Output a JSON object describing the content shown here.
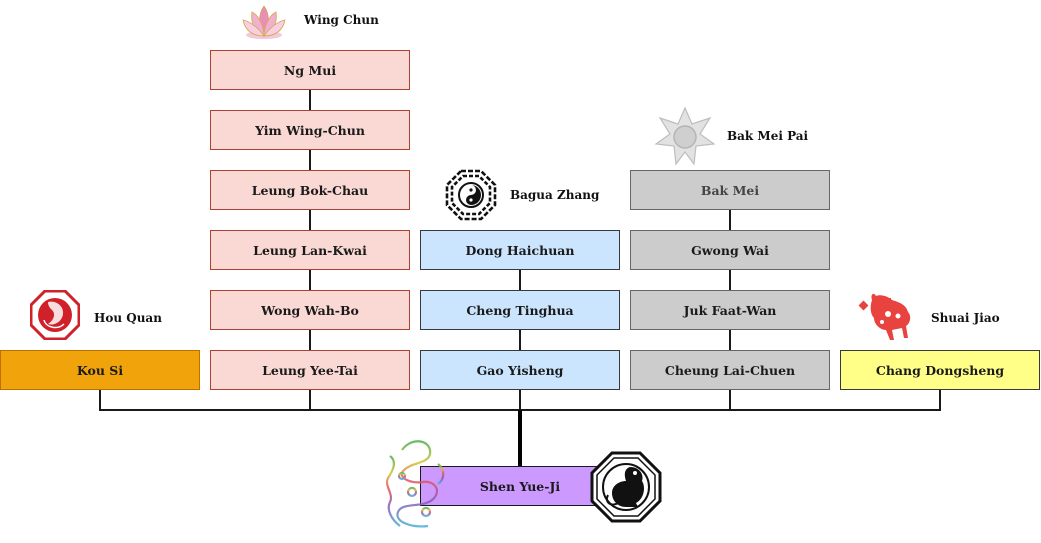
{
  "diagram": {
    "title": "Martial arts lineage of Shen Yue-Ji",
    "lineages": [
      {
        "style": "Wing Chun",
        "icon": "lotus-icon",
        "color": "#fad9d5",
        "members": [
          "Ng Mui",
          "Yim Wing-Chun",
          "Leung Bok-Chau",
          "Leung Lan-Kwai",
          "Wong Wah-Bo",
          "Leung Yee-Tai"
        ]
      },
      {
        "style": "Bagua Zhang",
        "icon": "bagua-yin-yang-icon",
        "color": "#cce5ff",
        "members": [
          "Dong Haichuan",
          "Cheng Tinghua",
          "Gao Yisheng"
        ]
      },
      {
        "style": "Bak Mei Pai",
        "icon": "white-lotus-flower-icon",
        "color": "#cccccc",
        "members": [
          "Bak Mei",
          "Gwong Wai",
          "Juk Faat-Wan",
          "Cheung Lai-Chuen"
        ]
      },
      {
        "style": "Hou Quan",
        "icon": "monkey-emblem-icon",
        "color": "#f0a30a",
        "members": [
          "Kou Si"
        ]
      },
      {
        "style": "Shuai Jiao",
        "icon": "ox-papercut-icon",
        "color": "#ffff88",
        "members": [
          "Chang Dongsheng"
        ]
      }
    ],
    "root": {
      "name": "Shen Yue-Ji",
      "color": "#cc99ff",
      "icons": [
        "dragon-icon",
        "monkey-octagon-icon"
      ]
    }
  }
}
